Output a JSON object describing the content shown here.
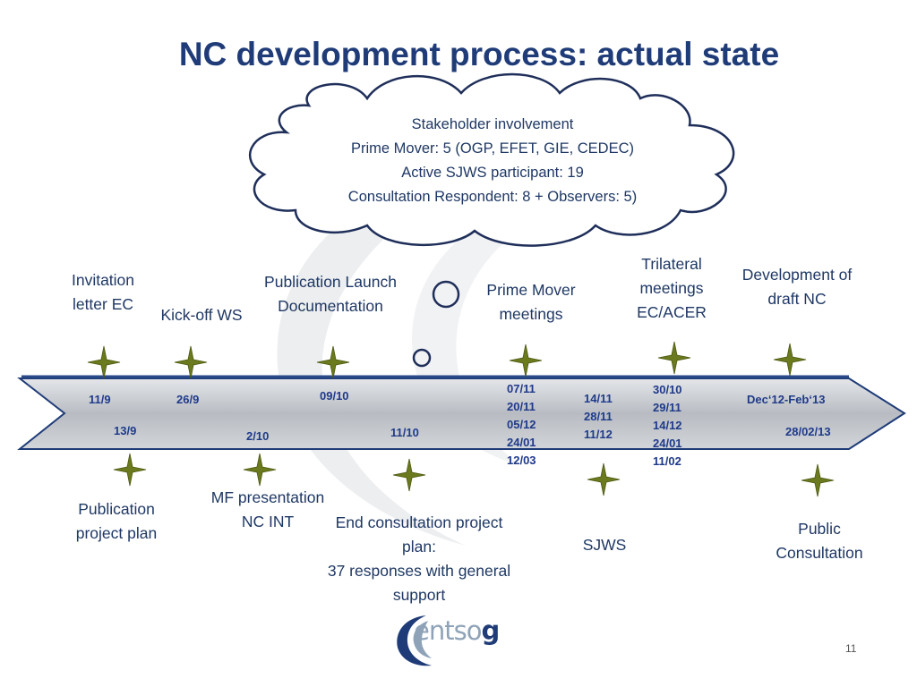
{
  "title": "NC development process: actual state",
  "cloud": {
    "lines": [
      "Stakeholder involvement",
      "Prime Mover: 5 (OGP, EFET, GIE, CEDEC)",
      "Active SJWS participant: 19",
      "Consultation Respondent: 8 + Observers: 5)"
    ]
  },
  "upper_labels": {
    "invitation": [
      "Invitation",
      "letter EC"
    ],
    "kickoff": [
      "Kick-off WS"
    ],
    "publication_launch": [
      "Publication Launch",
      "Documentation"
    ],
    "prime_mover": [
      "Prime Mover",
      "meetings"
    ],
    "trilateral": [
      "Trilateral",
      "meetings",
      "EC/ACER"
    ],
    "development": [
      "Development of",
      "draft NC"
    ]
  },
  "lower_labels": {
    "publication_plan": [
      "Publication",
      "project plan"
    ],
    "mf_presentation": [
      "MF presentation",
      "NC INT"
    ],
    "end_consultation": [
      "End consultation project",
      "plan:",
      "37 responses with general",
      "support"
    ],
    "sjws": [
      "SJWS"
    ],
    "public_consultation": [
      "Public",
      "Consultation"
    ]
  },
  "dates": {
    "d_11_9": "11/9",
    "d_26_9": "26/9",
    "d_09_10": "09/10",
    "d_13_9": "13/9",
    "d_2_10": "2/10",
    "d_11_10": "11/10",
    "prime_mover_dates": [
      "07/11",
      "20/11",
      "05/12",
      "24/01",
      "12/03"
    ],
    "sjws_dates": [
      "14/11",
      "28/11",
      "11/12"
    ],
    "trilateral_dates": [
      "30/10",
      "29/11",
      "14/12",
      "24/01",
      "11/02"
    ],
    "dev_range": "Dec‘12-Feb‘13",
    "d_28_02_13": "28/02/13"
  },
  "logo": {
    "prefix": "entso",
    "suffix": "g"
  },
  "page_number": "11",
  "colors": {
    "title": "#1f3c78",
    "text": "#1f3864",
    "dates": "#1f3a8a",
    "star": "#6b7a1e",
    "arrow_fill": "#c6c9ce",
    "arrow_stroke": "#1f3c78"
  }
}
